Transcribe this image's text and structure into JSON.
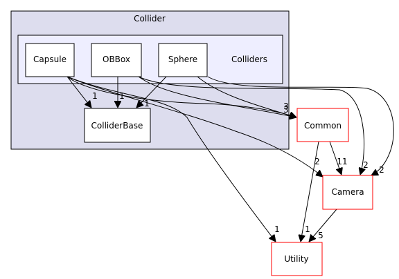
{
  "clusters": {
    "outer": {
      "label": "Collider"
    },
    "inner": {
      "label": "Colliders"
    }
  },
  "nodes": {
    "capsule": "Capsule",
    "obbox": "OBBox",
    "sphere": "Sphere",
    "colliderbase": "ColliderBase",
    "common": "Common",
    "camera": "Camera",
    "utility": "Utility"
  },
  "edge_labels": {
    "capsule_colliderbase": "1",
    "obbox_colliderbase": "1",
    "sphere_colliderbase": "1",
    "colliders_common": "3",
    "capsule_common": "3",
    "common_camera": "11",
    "capsule_camera": "2",
    "sphere_camera_a": "2",
    "sphere_camera_b": "2",
    "capsule_utility": "1",
    "common_utility": "1",
    "camera_utility": "5"
  },
  "colors": {
    "outer_cluster_fill": "#ddddee",
    "inner_cluster_fill": "#eeeeff",
    "external_node_border": "#ff0000",
    "edge": "#000000"
  }
}
